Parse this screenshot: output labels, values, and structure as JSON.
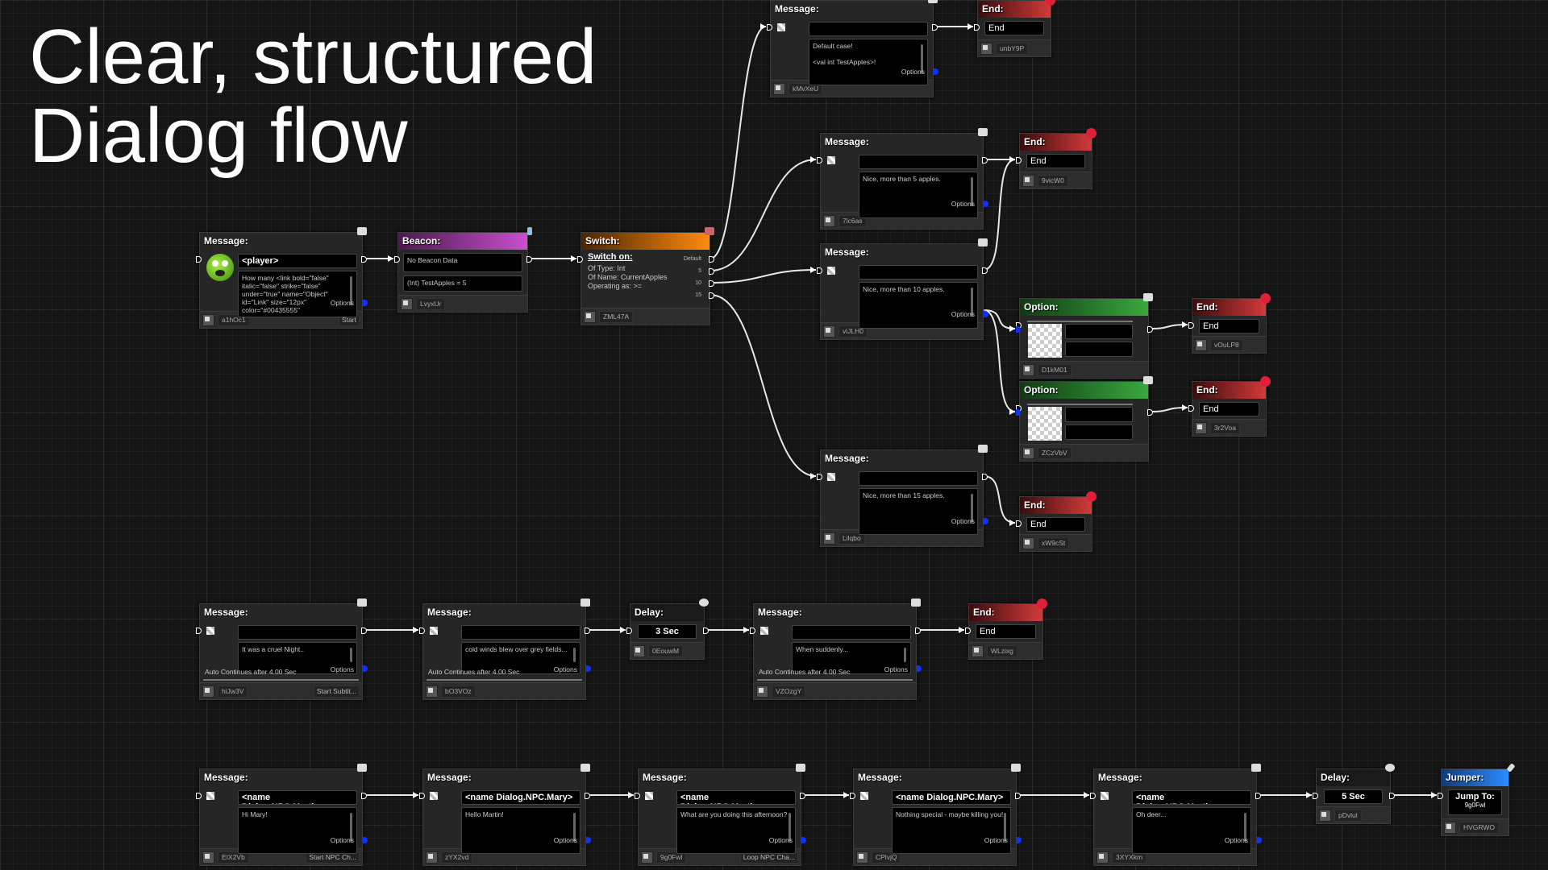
{
  "title": {
    "line1": "Clear, structured",
    "line2": "Dialog flow"
  },
  "colors": {
    "message": "#9a9a9a",
    "beacon": "#c94fcf",
    "switch": "#ff8a10",
    "end": "#d23a3a",
    "option": "#3aa83f",
    "jumper": "#2b8cff",
    "options_pin": "#1030ff"
  },
  "nodes": [
    {
      "id": "a1hOc1",
      "type": "message",
      "title": "Message:",
      "speaker": "<player>",
      "text": "How many <link bold=\"false\" italic=\"false\" strike=\"false\" under=\"true\" name=\"Object\" id=\"Link\" size=\"12px\" color=\"#00435555\"",
      "options": "Options",
      "footer_label": "Start",
      "avatar": true
    },
    {
      "id": "LvyxUr",
      "type": "beacon",
      "title": "Beacon:",
      "field1": "No Beacon Data",
      "field2": "(Int) TestApples = 5"
    },
    {
      "id": "ZML47A",
      "type": "switch",
      "title": "Switch:",
      "heading": "Switch on:",
      "type_line": "Of Type: Int",
      "name_line": "Of Name: CurrentApples",
      "op_line": "Operating as: >=",
      "cases": [
        "Default",
        "5",
        "10",
        "15"
      ]
    },
    {
      "id": "kMvXeU",
      "type": "message",
      "title": "Message:",
      "speaker": "",
      "text": "Default case!\n\n<val int TestApples>!",
      "options": "Options"
    },
    {
      "id": "unbY9P",
      "type": "end",
      "title": "End:",
      "value": "End"
    },
    {
      "id": "7lc6as",
      "type": "message",
      "title": "Message:",
      "speaker": "",
      "text": "Nice, more than 5 apples.",
      "options": "Options"
    },
    {
      "id": "9vicW0",
      "type": "end",
      "title": "End:",
      "value": "End"
    },
    {
      "id": "viJLH0",
      "type": "message",
      "title": "Message:",
      "speaker": "",
      "text": "Nice, more than 10 apples.",
      "options": "Options"
    },
    {
      "id": "D1kM01",
      "type": "option",
      "title": "Option:"
    },
    {
      "id": "vOuLP8",
      "type": "end",
      "title": "End:",
      "value": "End"
    },
    {
      "id": "ZCzVbV",
      "type": "option",
      "title": "Option:"
    },
    {
      "id": "3r2Voa",
      "type": "end",
      "title": "End:",
      "value": "End"
    },
    {
      "id": "Lilqbo",
      "type": "message",
      "title": "Message:",
      "speaker": "",
      "text": "Nice, more than 15 apples.",
      "options": "Options"
    },
    {
      "id": "xW9cSt",
      "type": "end",
      "title": "End:",
      "value": "End"
    },
    {
      "id": "hiJw3V",
      "type": "message",
      "title": "Message:",
      "speaker": "",
      "text": "It was a cruel Night..",
      "options": "Options",
      "auto": "Auto Continues after 4.00 Sec",
      "footer_label": "Start Subtit..."
    },
    {
      "id": "bO3VOz",
      "type": "message",
      "title": "Message:",
      "speaker": "",
      "text": "cold winds blew over grey fields...",
      "options": "Options",
      "auto": "Auto Continues after 4.00 Sec"
    },
    {
      "id": "0EouwM",
      "type": "delay",
      "title": "Delay:",
      "value": "3 Sec"
    },
    {
      "id": "VZOzgY",
      "type": "message",
      "title": "Message:",
      "speaker": "",
      "text": "When suddenly...",
      "options": "Options",
      "auto": "Auto Continues after 4.00 Sec"
    },
    {
      "id": "WLzixg",
      "type": "end",
      "title": "End:",
      "value": "End"
    },
    {
      "id": "EIX2Vb",
      "type": "message",
      "title": "Message:",
      "speaker": "<name Dialog.NPC.Martin>",
      "text": "Hi Mary!",
      "options": "Options",
      "footer_label": "Start NPC Ch..."
    },
    {
      "id": "zYX2vd",
      "type": "message",
      "title": "Message:",
      "speaker": "<name Dialog.NPC.Mary>",
      "text": "Hello Martin!",
      "options": "Options"
    },
    {
      "id": "9g0Fwl",
      "type": "message",
      "title": "Message:",
      "speaker": "<name Dialog.NPC.Martin>",
      "text": "What are you doing this afternoon?",
      "options": "Options",
      "footer_label": "Loop NPC Cha..."
    },
    {
      "id": "CPlvjQ",
      "type": "message",
      "title": "Message:",
      "speaker": "<name Dialog.NPC.Mary>",
      "text": "Nothing special - maybe killing you!",
      "options": "Options"
    },
    {
      "id": "3XYXkm",
      "type": "message",
      "title": "Message:",
      "speaker": "<name Dialog.NPC.Martin>",
      "text": "Oh deer...",
      "options": "Options"
    },
    {
      "id": "pDvlul",
      "type": "delay",
      "title": "Delay:",
      "value": "5 Sec"
    },
    {
      "id": "HVGRWO",
      "type": "jumper",
      "title": "Jumper:",
      "label": "Jump To:",
      "target": "9g0Fwl"
    }
  ]
}
